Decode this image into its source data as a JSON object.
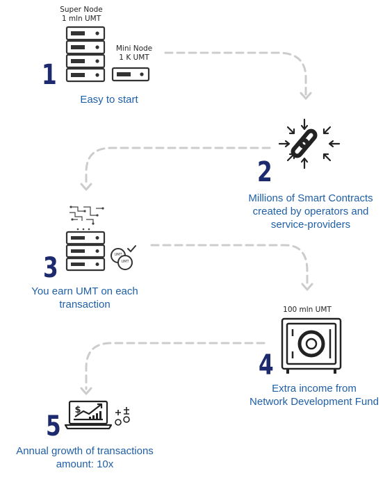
{
  "steps": [
    {
      "number": "1",
      "caption": "Easy to start"
    },
    {
      "number": "2",
      "caption_lines": [
        "Millions of Smart Contracts",
        "created by operators and",
        "service-providers"
      ]
    },
    {
      "number": "3",
      "caption_lines": [
        "You earn UMT on each",
        "transaction"
      ]
    },
    {
      "number": "4",
      "caption_lines": [
        "Extra income from",
        "Network Development Fund"
      ]
    },
    {
      "number": "5",
      "caption_lines": [
        "Annual growth of transactions",
        "amount: 10x"
      ]
    }
  ],
  "super_node": {
    "title": "Super Node",
    "amount": "1 mln UMT"
  },
  "mini_node": {
    "title": "Mini Node",
    "amount": "1 K UMT"
  },
  "fund_amount": "100 mln UMT",
  "coin_labels": [
    "UMT",
    "UMT"
  ],
  "laptop_symbol": "$",
  "icons": [
    "server-stack-icon",
    "mini-server-icon",
    "chain-link-icon",
    "circuit-icon",
    "coins-icon",
    "safe-icon",
    "laptop-growth-icon",
    "coins-stack-icon"
  ],
  "colors": {
    "number": "#1e2a6e",
    "caption": "#1f5fa8",
    "icon": "#333333",
    "arrow": "#cccccc"
  }
}
